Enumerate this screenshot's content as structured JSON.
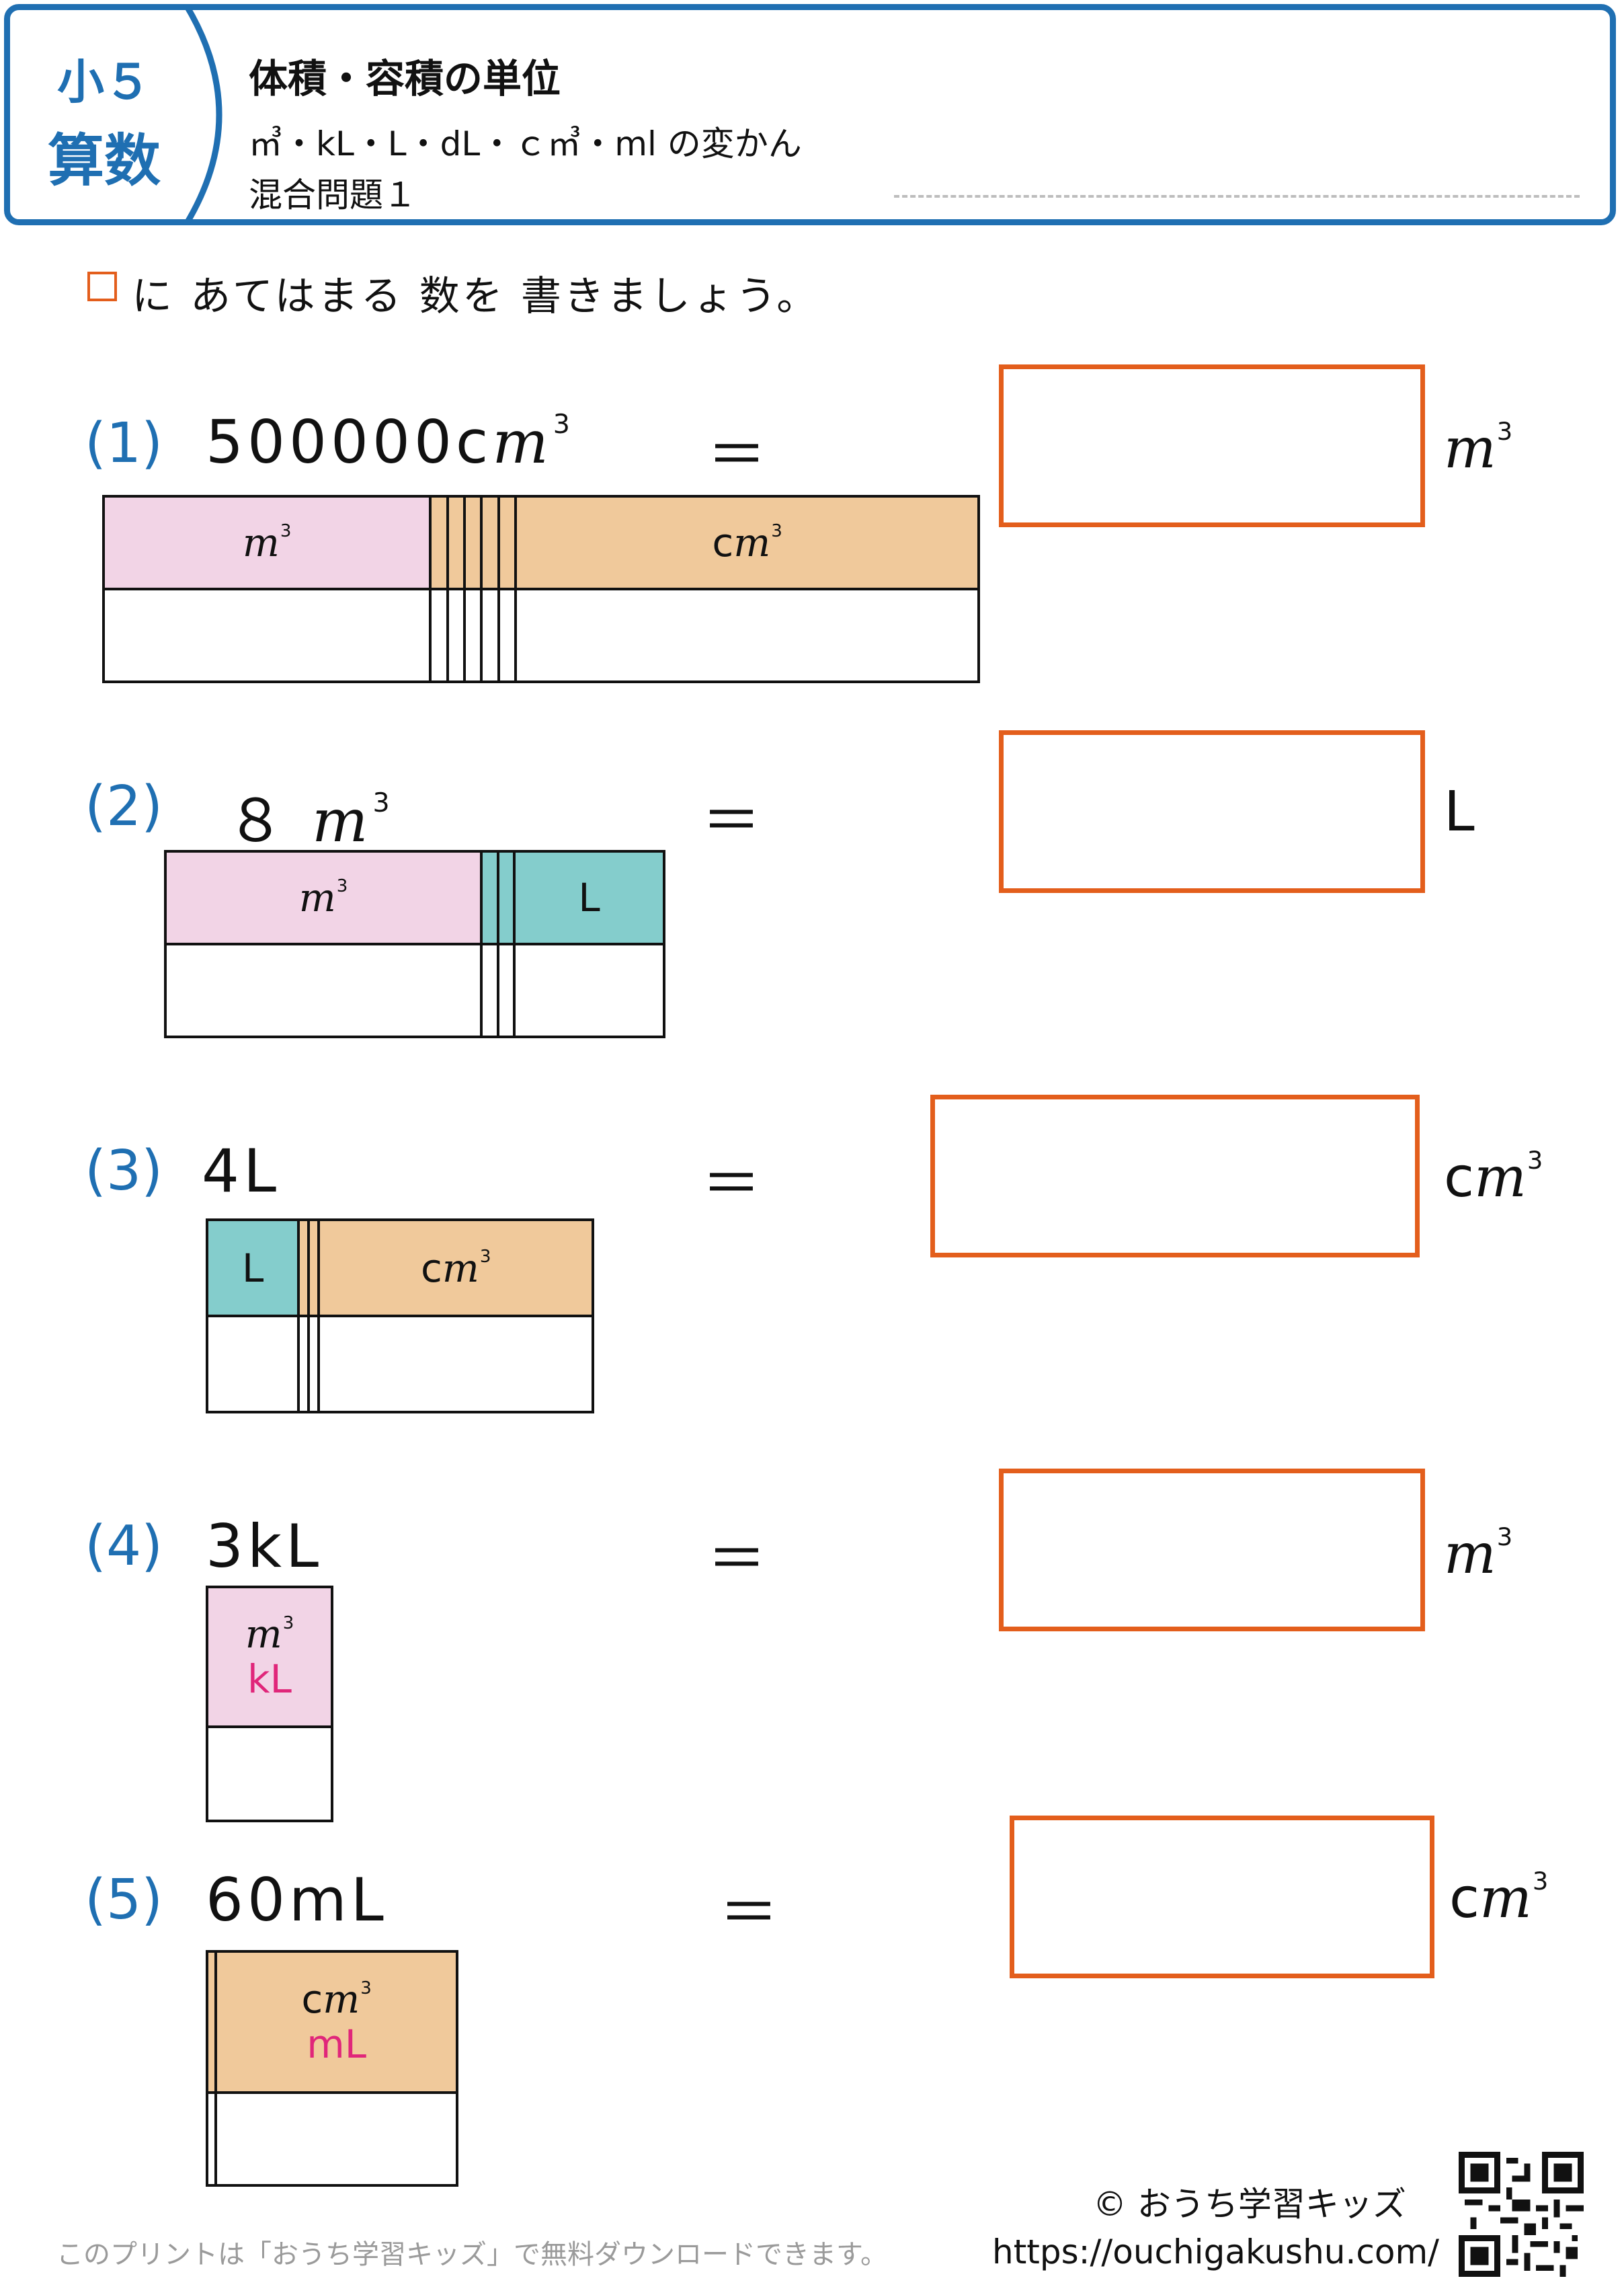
{
  "header": {
    "grade": "小５",
    "subject": "算数",
    "title": "体積・容積の単位",
    "subtitle": "㎥・kL・L・dL・ｃ㎥・ml の変かん",
    "set": "混合問題１"
  },
  "instruction": "に あてはまる 数を 書きましょう。",
  "problems": [
    {
      "num": "(1)",
      "expr": "500000c",
      "expr_unit_sq": "m",
      "eq": "＝",
      "answer_unit": "m",
      "answer_unit_sup": "3",
      "answer_value": ""
    },
    {
      "num": "(2)",
      "expr": "８",
      "expr_unit_sq": "m",
      "eq": "＝",
      "answer_unit": "L",
      "answer_value": ""
    },
    {
      "num": "(3)",
      "expr": "4L",
      "eq": "＝",
      "answer_unit": "c",
      "answer_unit_m": "m",
      "answer_unit_sup": "3",
      "answer_value": ""
    },
    {
      "num": "(4)",
      "expr": "3kL",
      "eq": "＝",
      "answer_unit": "m",
      "answer_unit_sup": "3",
      "answer_value": ""
    },
    {
      "num": "(5)",
      "expr": "60mL",
      "eq": "＝",
      "answer_unit": "c",
      "answer_unit_m": "m",
      "answer_unit_sup": "3",
      "answer_value": ""
    }
  ],
  "tables": {
    "t1": {
      "first": "m",
      "last_c": "c",
      "last_m": "m"
    },
    "t2": {
      "first": "m",
      "last": "L"
    },
    "t3": {
      "first": "L",
      "last_c": "c",
      "last_m": "m"
    },
    "t4": {
      "top": "m",
      "bottom": "kL"
    },
    "t5": {
      "top_c": "c",
      "top_m": "m",
      "bottom": "mL"
    }
  },
  "sup": "3",
  "footer": {
    "note": "このプリントは「おうち学習キッズ」で無料ダウンロードできます。",
    "copyright": "© おうち学習キッズ",
    "url": "https://ouchigakushu.com/"
  },
  "colors": {
    "accent": "#1f6fb2",
    "answer_border": "#e35e1c",
    "pink": "#f2d4e6",
    "tan": "#f0c99b",
    "teal": "#84cdcc",
    "magenta": "#e0267a"
  }
}
